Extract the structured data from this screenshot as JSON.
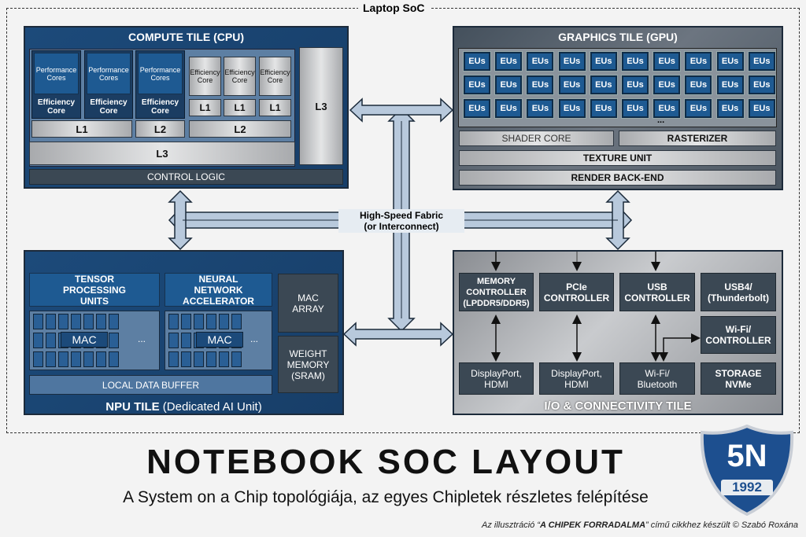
{
  "soc_label": "Laptop SoC",
  "cpu": {
    "title": "COMPUTE TILE (CPU)",
    "p_core": "Performance Cores",
    "e_core": "Efficiency Core",
    "l1": "L1",
    "l2": "L2",
    "l3": "L3",
    "control": "CONTROL LOGIC"
  },
  "gpu": {
    "title": "GRAPHICS TILE (GPU)",
    "eu": "EUs",
    "ellipsis": "...",
    "shader": "SHADER CORE",
    "rasterizer": "RASTERIZER",
    "texture": "TEXTURE UNIT",
    "render": "RENDER BACK-END"
  },
  "fabric": {
    "line1": "High-Speed Fabric",
    "line2": "(or Interconnect)"
  },
  "npu": {
    "title_bold": "NPU TILE",
    "title_rest": " (Dedicated AI Unit)",
    "tpu": "TENSOR PROCESSING UNITS",
    "nna": "NEURAL NETWORK ACCELERATOR",
    "mac": "MAC",
    "ellipsis": "...",
    "mac_array": "MAC ARRAY",
    "weight": "WEIGHT MEMORY (SRAM)",
    "buffer": "LOCAL DATA BUFFER"
  },
  "io": {
    "title": "I/O & CONNECTIVITY TILE",
    "mem": "MEMORY CONTROLLER (LPDDR5/DDR5)",
    "pcie": "PCIe CONTROLLER",
    "usb": "USB CONTROLLER",
    "usb4": "USB4/ (Thunderbolt)",
    "wifi_ctrl": "Wi-Fi/ CONTROLLER",
    "dp1": "DisplayPort, HDMI",
    "dp2": "DisplayPort, HDMI",
    "wifi_bt": "Wi-Fi/ Bluetooth",
    "storage": "STORAGE NVMe"
  },
  "footer": {
    "title": "NOTEBOOK SOC LAYOUT",
    "subtitle": "A System on a Chip topológiája, az egyes Chipletek részletes felépítése",
    "credit_pre": "Az illusztráció “",
    "credit_bold": "A CHIPEK FORRADALMA",
    "credit_post": "” című cikkhez készült © Szabó Roxána"
  },
  "logo": {
    "top": "5N",
    "bottom": "1992"
  }
}
